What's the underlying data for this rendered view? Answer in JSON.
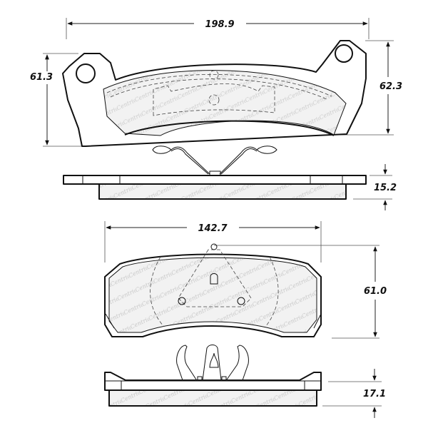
{
  "drawing": {
    "subject": "Brake pad technical drawing (two pads, front and side views)",
    "watermark_text": "Centric",
    "pads": [
      {
        "name": "upper-pad",
        "dimensions": {
          "width": "198.9",
          "height_left": "61.3",
          "height_right": "62.3",
          "thickness": "15.2"
        }
      },
      {
        "name": "lower-pad",
        "dimensions": {
          "width": "142.7",
          "height": "61.0",
          "thickness": "17.1"
        }
      }
    ]
  },
  "colors": {
    "line": "#111111",
    "watermark": "#c8c8c8",
    "friction_fill": "#f2f2f2"
  }
}
